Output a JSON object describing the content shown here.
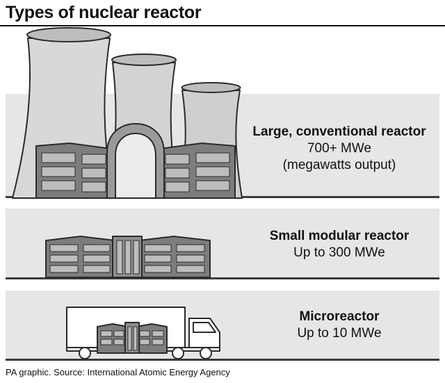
{
  "title": "Types of nuclear reactor",
  "reactors": [
    {
      "name": "Large, conventional reactor",
      "capacity": "700+ MWe",
      "note": "(megawatts output)",
      "illustration": "cooling-towers-and-reactor-building-icon"
    },
    {
      "name": "Small modular reactor",
      "capacity": "Up to 300 MWe",
      "illustration": "modular-reactor-building-icon"
    },
    {
      "name": "Microreactor",
      "capacity": "Up to 10 MWe",
      "illustration": "truck-with-reactor-icon"
    }
  ],
  "footer": "PA graphic. Source: International Atomic Energy Agency",
  "colors": {
    "panel": "#e6e6e6",
    "divider": "#3a3a3a",
    "tower": "#c9c9c9",
    "building": "#7d7d7d",
    "window": "#bdbdbd"
  }
}
